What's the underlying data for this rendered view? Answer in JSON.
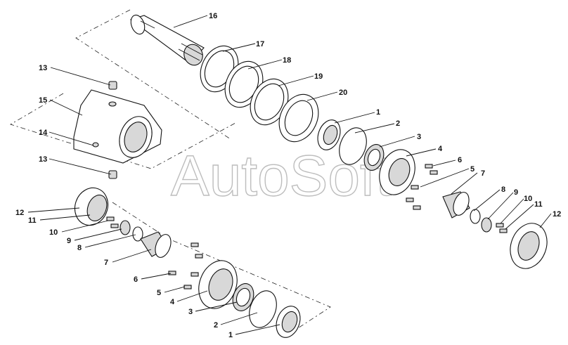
{
  "watermark": "AutoSoft",
  "labels": [
    {
      "id": "16",
      "text": "16"
    },
    {
      "id": "17",
      "text": "17"
    },
    {
      "id": "18",
      "text": "18"
    },
    {
      "id": "19",
      "text": "19"
    },
    {
      "id": "20",
      "text": "20"
    },
    {
      "id": "13a",
      "text": "13"
    },
    {
      "id": "15",
      "text": "15"
    },
    {
      "id": "14",
      "text": "14"
    },
    {
      "id": "13b",
      "text": "13"
    },
    {
      "id": "1r",
      "text": "1"
    },
    {
      "id": "2r",
      "text": "2"
    },
    {
      "id": "3r",
      "text": "3"
    },
    {
      "id": "4r",
      "text": "4"
    },
    {
      "id": "6r",
      "text": "6"
    },
    {
      "id": "5r",
      "text": "5"
    },
    {
      "id": "7r",
      "text": "7"
    },
    {
      "id": "8r",
      "text": "8"
    },
    {
      "id": "9r",
      "text": "9"
    },
    {
      "id": "10r",
      "text": "10"
    },
    {
      "id": "11r",
      "text": "11"
    },
    {
      "id": "12r",
      "text": "12"
    },
    {
      "id": "12l",
      "text": "12"
    },
    {
      "id": "11l",
      "text": "11"
    },
    {
      "id": "10l",
      "text": "10"
    },
    {
      "id": "9l",
      "text": "9"
    },
    {
      "id": "8l",
      "text": "8"
    },
    {
      "id": "7l",
      "text": "7"
    },
    {
      "id": "6l",
      "text": "6"
    },
    {
      "id": "5l",
      "text": "5"
    },
    {
      "id": "4l",
      "text": "4"
    },
    {
      "id": "3l",
      "text": "3"
    },
    {
      "id": "2l",
      "text": "2"
    },
    {
      "id": "1l",
      "text": "1"
    }
  ]
}
